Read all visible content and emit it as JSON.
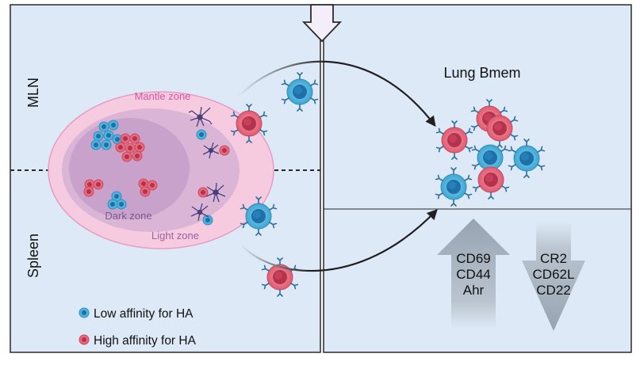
{
  "labels": {
    "mln": "MLN",
    "spleen": "Spleen",
    "mantle_zone": "Mantle zone",
    "dark_zone": "Dark zone",
    "light_zone": "Light zone",
    "lung_bmem": "Lung Bmem"
  },
  "up_markers": [
    "CD69",
    "CD44",
    "Ahr"
  ],
  "down_markers": [
    "CR2",
    "CD62L",
    "CD22"
  ],
  "legend": [
    {
      "label": "Low affinity for HA",
      "color": "#4fb3db"
    },
    {
      "label": "High affinity for HA",
      "color": "#e8697c"
    }
  ],
  "colors": {
    "panel_bg": "#dde9f6",
    "blue_cell": "#4fb3db",
    "red_cell": "#e8697c",
    "mantle_zone": "#f6c8df",
    "follicle": "#dcb6d8",
    "dark_zone": "#c9a1cc",
    "up_arrow": "#9aa5b2",
    "down_arrow": "#9aa5b2"
  }
}
